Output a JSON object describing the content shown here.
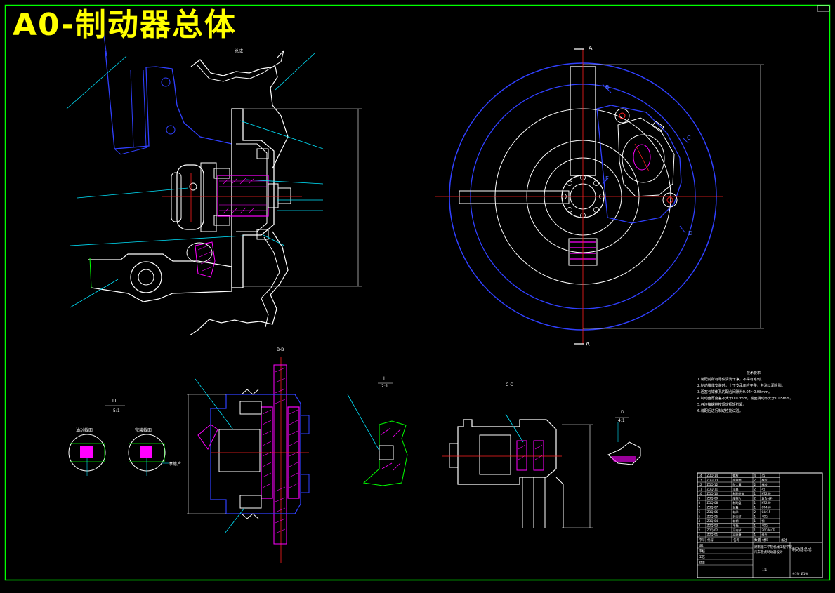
{
  "drawing": {
    "title": "A0-制动器总体",
    "tech_notes_title": "技术要求",
    "tech_notes": [
      "1.装配前所有零件清洗干净，不得有毛刺。",
      "2.制动钳体安装时，上下支承面应平整，并涂以润滑脂。",
      "3.活塞与钳体孔的配合间隙为0.04~0.08mm。",
      "4.制动盘厚度差不大于0.02mm，端面跳动不大于0.05mm。",
      "5.各连接螺栓按规定扭矩拧紧。",
      "6.装配后进行制动性能试验。"
    ],
    "view_labels": {
      "top_left_mark": "总成",
      "section_b": "B-B",
      "section_c": "C-C",
      "detail_roman": "III",
      "detail_scale": "5:1",
      "detail_i": "I",
      "detail_i_scale": "2:1",
      "detail_d": "D",
      "detail_d_scale": "4:1",
      "seal_left": "油封截面",
      "seal_right": "完装截面",
      "seal_note": "摩擦片"
    },
    "section_letters": {
      "a_top": "A",
      "a_bottom": "A",
      "b": "B",
      "c": "C",
      "d": "D",
      "e": "E"
    },
    "title_block": {
      "school": "湖南理工学院机械工程学院",
      "design": "汽车盘式制动器设计",
      "drawing_name": "制动器总成",
      "header_cols": [
        "序号",
        "代号",
        "名称",
        "数量",
        "材料",
        "备注"
      ],
      "parts": [
        [
          "14",
          "ZDQ-14",
          "螺栓",
          "4",
          "45",
          ""
        ],
        [
          "13",
          "ZDQ-13",
          "密封圈",
          "2",
          "橡胶",
          ""
        ],
        [
          "12",
          "ZDQ-12",
          "防尘罩",
          "2",
          "橡胶",
          ""
        ],
        [
          "11",
          "ZDQ-11",
          "活塞",
          "2",
          "45",
          ""
        ],
        [
          "10",
          "ZDQ-10",
          "制动钳体",
          "1",
          "HT250",
          ""
        ],
        [
          "9",
          "ZDQ-09",
          "摩擦片",
          "2",
          "复合材料",
          ""
        ],
        [
          "8",
          "ZDQ-08",
          "制动盘",
          "1",
          "HT250",
          ""
        ],
        [
          "7",
          "ZDQ-07",
          "轮毂",
          "1",
          "QT450",
          ""
        ],
        [
          "6",
          "ZDQ-06",
          "轴承",
          "2",
          "GCr15",
          ""
        ],
        [
          "5",
          "ZDQ-05",
          "转向节",
          "1",
          "40Cr",
          ""
        ],
        [
          "4",
          "ZDQ-04",
          "轮辋",
          "1",
          "钢",
          ""
        ],
        [
          "3",
          "ZDQ-03",
          "半轴",
          "1",
          "40Cr",
          ""
        ],
        [
          "2",
          "ZDQ-02",
          "万向节",
          "1",
          "20CrMnTi",
          ""
        ],
        [
          "1",
          "ZDQ-01",
          "减振器",
          "1",
          "组件",
          ""
        ]
      ],
      "sign_rows": [
        "设计",
        "审核",
        "工艺",
        "批准"
      ],
      "scale": "1:1",
      "sheet": "共1张 第1张"
    },
    "colors": {
      "border": "#00ff00",
      "outline": "#ffffff",
      "blue": "#3040ff",
      "cyan": "#00e5ff",
      "red": "#ff2020",
      "magenta": "#ff00ff",
      "yellow": "#ffff00"
    }
  }
}
